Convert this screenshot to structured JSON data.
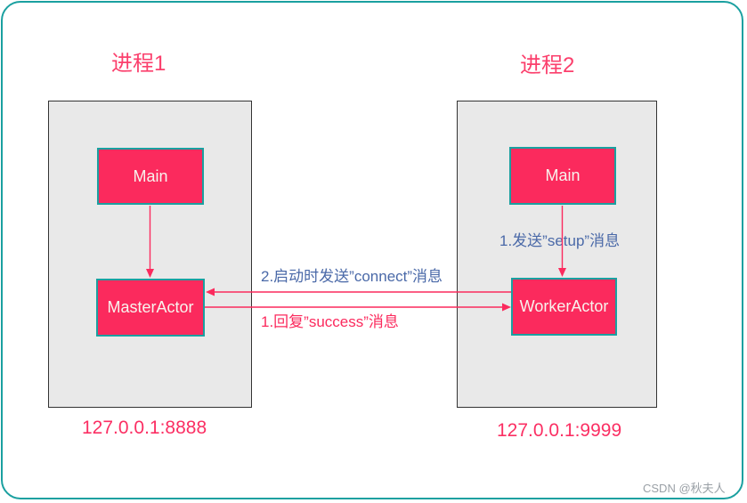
{
  "p1": {
    "title": "进程1",
    "main_label": "Main",
    "actor_label": "MasterActor",
    "address": "127.0.0.1:8888"
  },
  "p2": {
    "title": "进程2",
    "main_label": "Main",
    "actor_label": "WorkerActor",
    "address": "127.0.0.1:9999"
  },
  "messages": {
    "setup": "1.发送”setup”消息",
    "connect": "2.启动时发送”connect”消息",
    "success": "1.回复”success”消息"
  },
  "watermark": "CSDN @秋夫人",
  "colors": {
    "accent_pink": "#fb2a5d",
    "title_pink": "#fb3f6c",
    "teal_border": "#1aa0a0",
    "blue_text": "#4a69a8",
    "panel_gray": "#e9e9e9",
    "panel_border": "#333333",
    "watermark_gray": "#9aa0a6"
  }
}
